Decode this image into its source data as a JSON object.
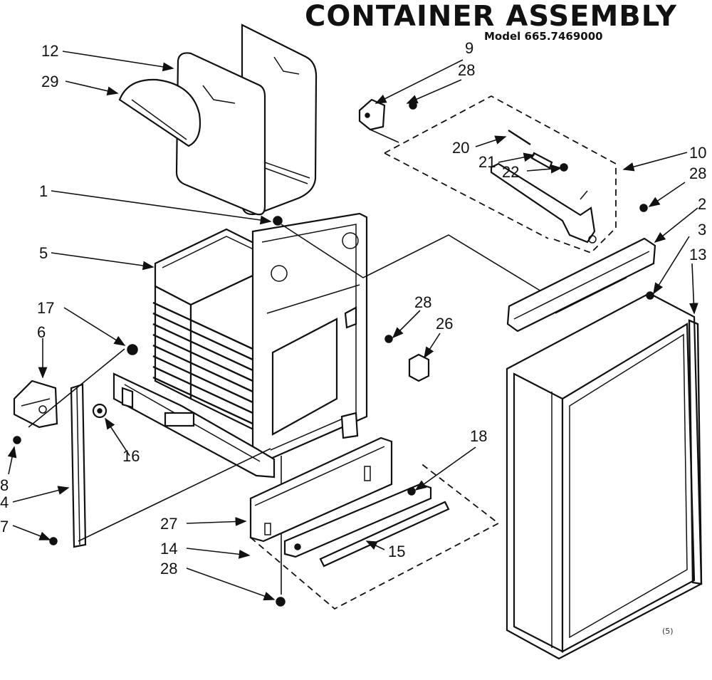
{
  "diagram": {
    "title": "CONTAINER ASSEMBLY",
    "model": "Model 665.7469000",
    "drawing_code": "(5)",
    "callouts": {
      "c1": "1",
      "c2": "2",
      "c3": "3",
      "c4": "4",
      "c5": "5",
      "c6": "6",
      "c7": "7",
      "c8": "8",
      "c9": "9",
      "c10": "10",
      "c12": "12",
      "c13": "13",
      "c14": "14",
      "c15": "15",
      "c16": "16",
      "c17": "17",
      "c18": "18",
      "c20": "20",
      "c21": "21",
      "c22": "22",
      "c26": "26",
      "c27": "27",
      "c28a": "28",
      "c28b": "28",
      "c28c": "28",
      "c28d": "28",
      "c29": "29"
    }
  }
}
